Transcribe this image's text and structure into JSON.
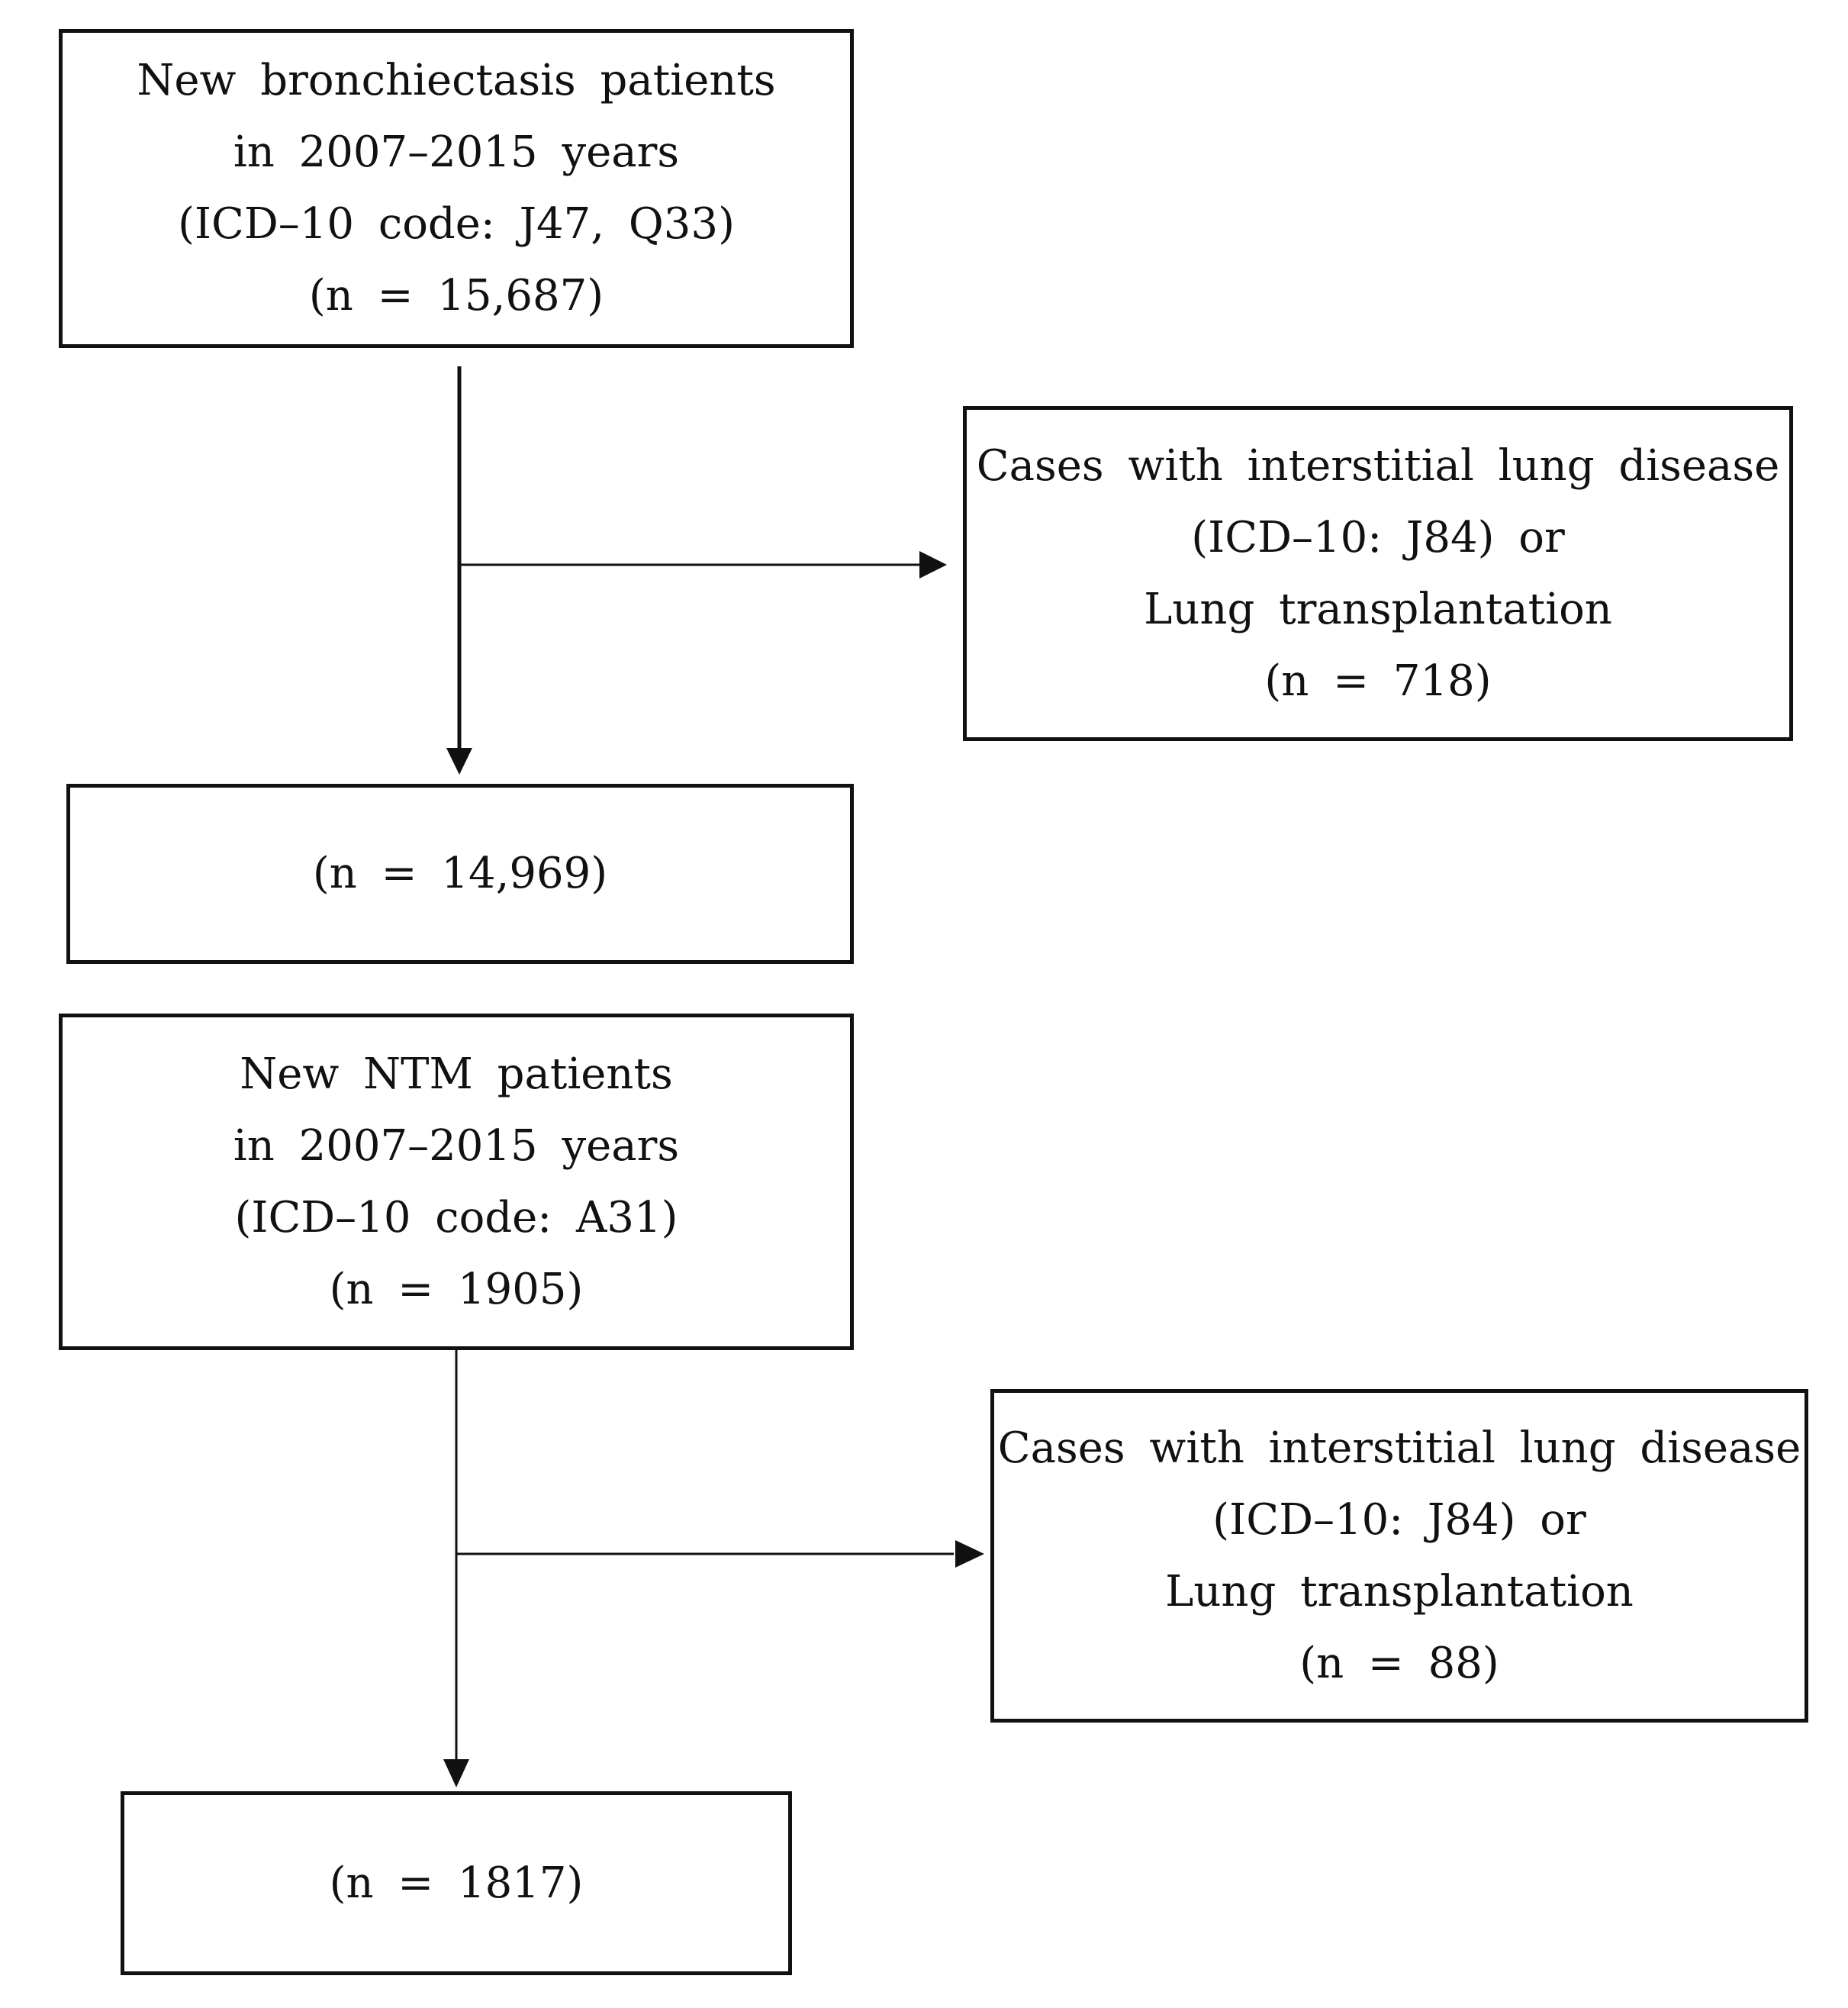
{
  "boxes": {
    "bronchiectasis_source": {
      "lines": [
        "New bronchiectasis patients",
        "in 2007–2015 years",
        "(ICD–10 code: J47, Q33)",
        "(n = 15,687)"
      ]
    },
    "bronchiectasis_excluded": {
      "lines": [
        "Cases with interstitial lung disease",
        "(ICD–10: J84) or",
        "Lung transplantation",
        "(n = 718)"
      ]
    },
    "bronchiectasis_final": {
      "lines": [
        "(n = 14,969)"
      ]
    },
    "ntm_source": {
      "lines": [
        "New NTM patients",
        "in 2007–2015 years",
        "(ICD–10 code: A31)",
        "(n = 1905)"
      ]
    },
    "ntm_excluded": {
      "lines": [
        "Cases with interstitial lung disease",
        "(ICD–10: J84) or",
        "Lung transplantation",
        "(n = 88)"
      ]
    },
    "ntm_final": {
      "lines": [
        "(n = 1817)"
      ]
    }
  }
}
